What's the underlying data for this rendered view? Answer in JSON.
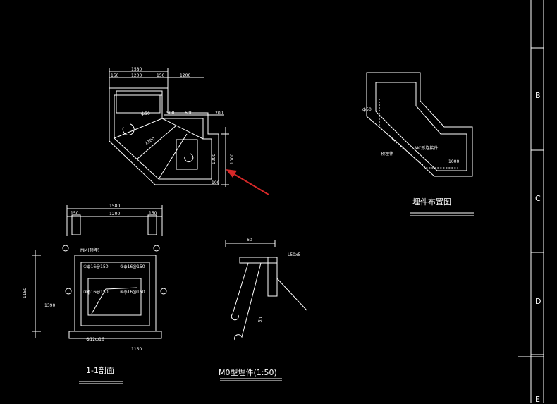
{
  "colors": {
    "background": "#000000",
    "lines": "#ffffff",
    "arrow": "#d62828",
    "rebar_dots": "#ffffff"
  },
  "plan_view": {
    "dims_top": [
      "1580",
      "150",
      "1200",
      "150",
      "1200"
    ],
    "dims_inner": [
      "500",
      "600",
      "200"
    ],
    "dims_right": [
      "1000",
      "1200",
      "100"
    ],
    "dim_diag": "1300",
    "annotation": "ф50"
  },
  "layout_view": {
    "label_1": "ф50",
    "label_2": "MC形连接件",
    "label_3": "预埋件",
    "label_4": "1000",
    "title": "埋件布置图"
  },
  "section_view": {
    "dims_top": [
      "1580",
      "150",
      "1200",
      "150"
    ],
    "dims_left": [
      "1150",
      "1390"
    ],
    "tag_top_left": "MM(预埋)",
    "tag_rebar_1": "①ф16@150",
    "tag_rebar_2": "②ф16@150",
    "tag_rebar_3": "③ф16@150",
    "tag_rebar_4": "④ф16@150",
    "tag_bottom_1": "⑤12ф16",
    "tag_bottom_2": "1150",
    "title": "1-1剖面"
  },
  "m0_detail": {
    "dim_top": "60",
    "dim_side": "50",
    "callout": "L50x5",
    "title": "M0型埋件(1:50)"
  },
  "title_block": {
    "letters": [
      "B",
      "C",
      "D",
      "E"
    ]
  }
}
